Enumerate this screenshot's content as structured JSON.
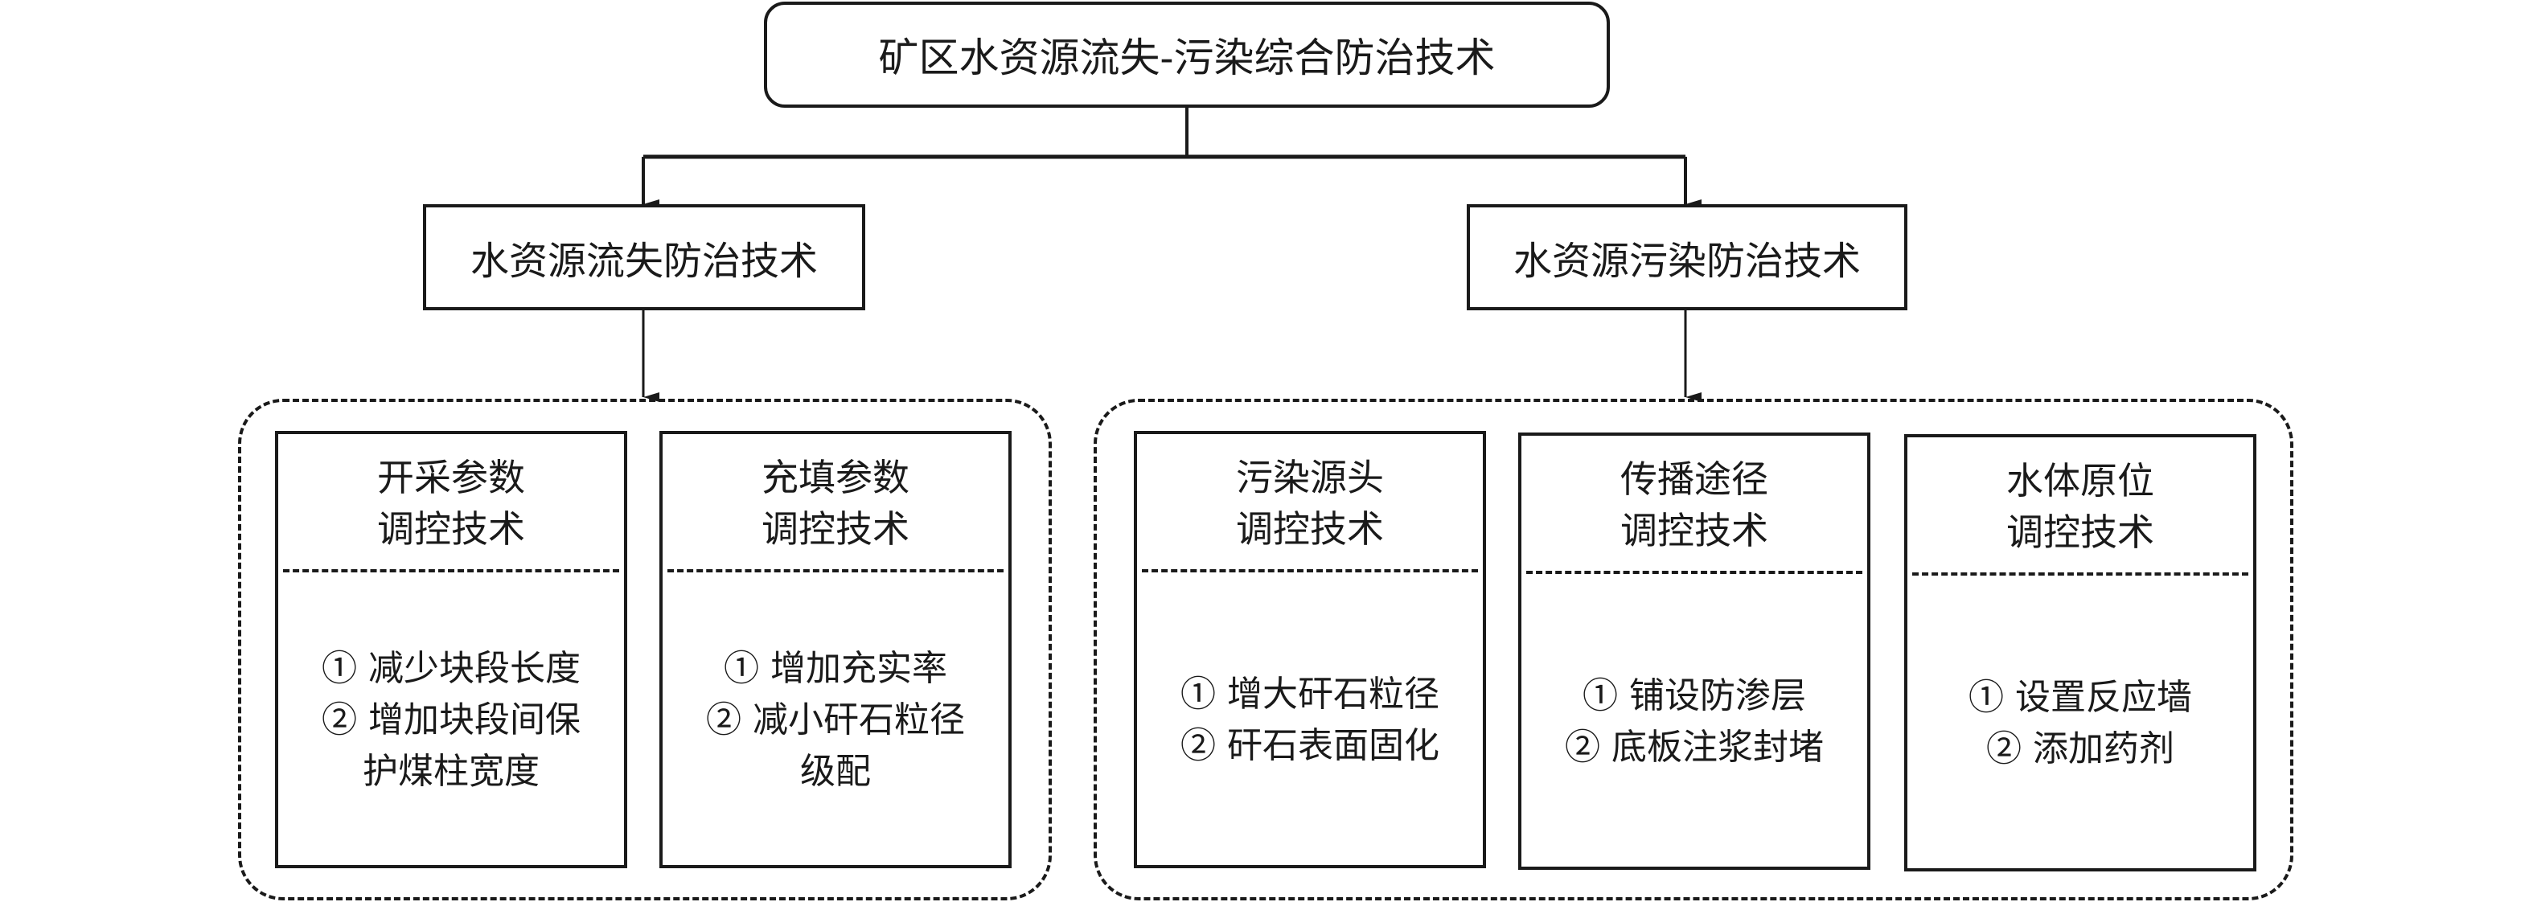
{
  "root": {
    "label": "矿区水资源流失-污染综合防治技术"
  },
  "branches": [
    {
      "label": "水资源流失防治技术",
      "cards": [
        {
          "title_lines": [
            "开采参数",
            "调控技术"
          ],
          "items": [
            "① 减少块段长度",
            "② 增加块段间保",
            "护煤柱宽度"
          ]
        },
        {
          "title_lines": [
            "充填参数",
            "调控技术"
          ],
          "items": [
            "① 增加充实率",
            "② 减小矸石粒径",
            "级配"
          ]
        }
      ]
    },
    {
      "label": "水资源污染防治技术",
      "cards": [
        {
          "title_lines": [
            "污染源头",
            "调控技术"
          ],
          "items": [
            "① 增大矸石粒径",
            "② 矸石表面固化"
          ]
        },
        {
          "title_lines": [
            "传播途径",
            "调控技术"
          ],
          "items": [
            "① 铺设防渗层",
            "② 底板注浆封堵"
          ]
        },
        {
          "title_lines": [
            "水体原位",
            "调控技术"
          ],
          "items": [
            "① 设置反应墙",
            "② 添加药剂"
          ]
        }
      ]
    }
  ]
}
